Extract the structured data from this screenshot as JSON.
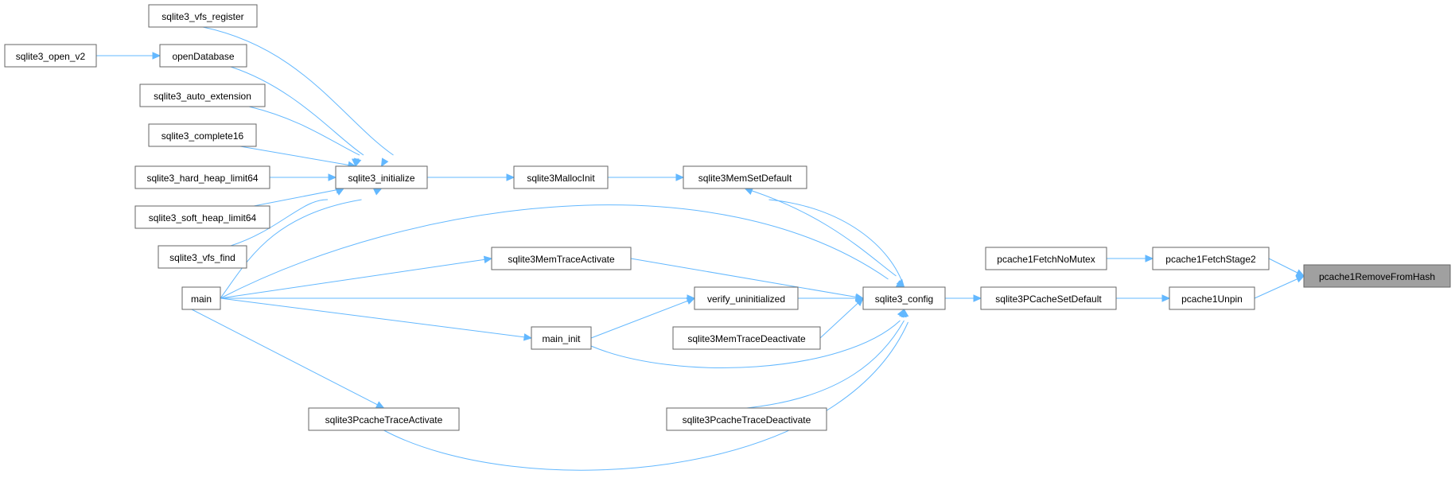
{
  "graph": {
    "edge_color": "#63b8ff",
    "root_fill": "#a0a0a0",
    "node_border": "#666666",
    "nodes": [
      {
        "id": "pcache1RemoveFromHash",
        "label": "pcache1RemoveFromHash",
        "root": true
      },
      {
        "id": "pcache1FetchStage2",
        "label": "pcache1FetchStage2"
      },
      {
        "id": "pcache1Unpin",
        "label": "pcache1Unpin"
      },
      {
        "id": "pcache1FetchNoMutex",
        "label": "pcache1FetchNoMutex"
      },
      {
        "id": "sqlite3PCacheSetDefault",
        "label": "sqlite3PCacheSetDefault"
      },
      {
        "id": "sqlite3_config",
        "label": "sqlite3_config"
      },
      {
        "id": "sqlite3MemSetDefault",
        "label": "sqlite3MemSetDefault"
      },
      {
        "id": "verify_uninitialized",
        "label": "verify_uninitialized"
      },
      {
        "id": "sqlite3MemTraceActivate",
        "label": "sqlite3MemTraceActivate"
      },
      {
        "id": "sqlite3MemTraceDeactivate",
        "label": "sqlite3MemTraceDeactivate"
      },
      {
        "id": "sqlite3PcacheTraceDeactivate",
        "label": "sqlite3PcacheTraceDeactivate"
      },
      {
        "id": "sqlite3MallocInit",
        "label": "sqlite3MallocInit"
      },
      {
        "id": "main_init",
        "label": "main_init"
      },
      {
        "id": "sqlite3PcacheTraceActivate",
        "label": "sqlite3PcacheTraceActivate"
      },
      {
        "id": "sqlite3_initialize",
        "label": "sqlite3_initialize"
      },
      {
        "id": "main",
        "label": "main"
      },
      {
        "id": "sqlite3_vfs_register",
        "label": "sqlite3_vfs_register"
      },
      {
        "id": "openDatabase",
        "label": "openDatabase"
      },
      {
        "id": "sqlite3_auto_extension",
        "label": "sqlite3_auto_extension"
      },
      {
        "id": "sqlite3_complete16",
        "label": "sqlite3_complete16"
      },
      {
        "id": "sqlite3_hard_heap_limit64",
        "label": "sqlite3_hard_heap_limit64"
      },
      {
        "id": "sqlite3_soft_heap_limit64",
        "label": "sqlite3_soft_heap_limit64"
      },
      {
        "id": "sqlite3_vfs_find",
        "label": "sqlite3_vfs_find"
      },
      {
        "id": "sqlite3_open_v2",
        "label": "sqlite3_open_v2"
      }
    ],
    "edges": [
      {
        "from": "pcache1FetchStage2",
        "to": "pcache1RemoveFromHash"
      },
      {
        "from": "pcache1Unpin",
        "to": "pcache1RemoveFromHash"
      },
      {
        "from": "pcache1FetchNoMutex",
        "to": "pcache1FetchStage2"
      },
      {
        "from": "sqlite3PCacheSetDefault",
        "to": "pcache1Unpin"
      },
      {
        "from": "sqlite3_config",
        "to": "sqlite3PCacheSetDefault"
      },
      {
        "from": "sqlite3MemSetDefault",
        "to": "sqlite3_config"
      },
      {
        "from": "sqlite3_config",
        "to": "sqlite3MemSetDefault"
      },
      {
        "from": "verify_uninitialized",
        "to": "sqlite3_config"
      },
      {
        "from": "sqlite3MemTraceActivate",
        "to": "sqlite3_config"
      },
      {
        "from": "sqlite3MemTraceDeactivate",
        "to": "sqlite3_config"
      },
      {
        "from": "sqlite3PcacheTraceDeactivate",
        "to": "sqlite3_config"
      },
      {
        "from": "main_init",
        "to": "sqlite3_config"
      },
      {
        "from": "main",
        "to": "sqlite3_config"
      },
      {
        "from": "sqlite3PcacheTraceActivate",
        "to": "sqlite3_config"
      },
      {
        "from": "sqlite3MallocInit",
        "to": "sqlite3MemSetDefault"
      },
      {
        "from": "sqlite3_initialize",
        "to": "sqlite3MallocInit"
      },
      {
        "from": "sqlite3_vfs_register",
        "to": "sqlite3_initialize"
      },
      {
        "from": "openDatabase",
        "to": "sqlite3_initialize"
      },
      {
        "from": "sqlite3_auto_extension",
        "to": "sqlite3_initialize"
      },
      {
        "from": "sqlite3_complete16",
        "to": "sqlite3_initialize"
      },
      {
        "from": "sqlite3_hard_heap_limit64",
        "to": "sqlite3_initialize"
      },
      {
        "from": "sqlite3_soft_heap_limit64",
        "to": "sqlite3_initialize"
      },
      {
        "from": "sqlite3_vfs_find",
        "to": "sqlite3_initialize"
      },
      {
        "from": "main",
        "to": "sqlite3_initialize"
      },
      {
        "from": "sqlite3_open_v2",
        "to": "openDatabase"
      },
      {
        "from": "main",
        "to": "sqlite3MemTraceActivate"
      },
      {
        "from": "main",
        "to": "verify_uninitialized"
      },
      {
        "from": "main_init",
        "to": "verify_uninitialized"
      },
      {
        "from": "main",
        "to": "main_init"
      },
      {
        "from": "main",
        "to": "sqlite3PcacheTraceActivate"
      }
    ]
  }
}
